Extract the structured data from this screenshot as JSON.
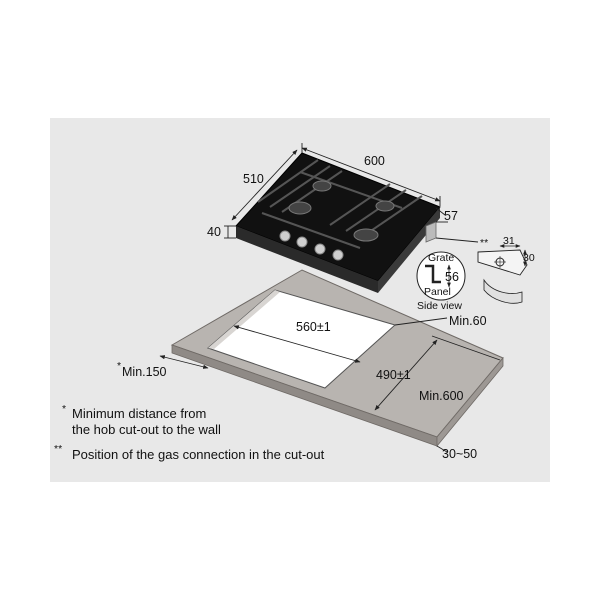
{
  "colors": {
    "panel_bg": "#e8e8e8",
    "countertop": "#b8b4b0",
    "countertop_edge": "#8f8a86",
    "cutout": "#ffffff",
    "hob_glass": "#111111",
    "line": "#222222"
  },
  "dimensions": {
    "hob_width": "600",
    "hob_depth": "510",
    "hob_height": "40",
    "side_offset": "57",
    "gas_star": "**",
    "gas_offset_x": "31",
    "gas_offset_y": "30",
    "cutout_width": "560±1",
    "cutout_depth": "490±1",
    "min_wall": "Min.150",
    "min_wall_star": "*",
    "min_front": "Min.60",
    "min_depth": "Min.600",
    "thickness": "30~50"
  },
  "side_view": {
    "grate_label": "Grate",
    "panel_label": "Panel",
    "value": "56",
    "caption": "Side view"
  },
  "notes": [
    {
      "marker": "*",
      "line1": "Minimum distance from",
      "line2": "the hob cut-out to the wall"
    },
    {
      "marker": "**",
      "line1": "Position of the gas connection in the cut-out",
      "line2": ""
    }
  ]
}
